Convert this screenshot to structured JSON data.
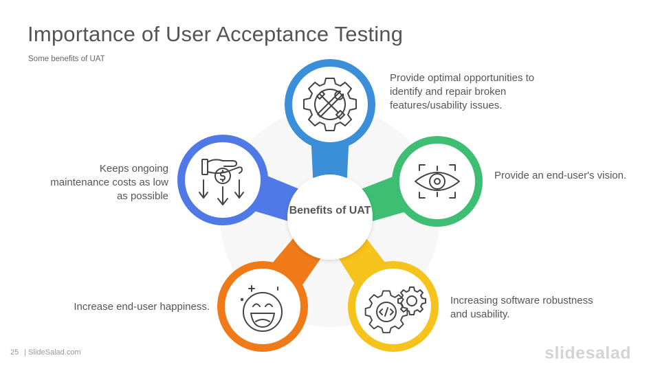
{
  "slide": {
    "title": "Importance of User Acceptance Testing",
    "subtitle": "Some benefits of UAT",
    "center_label": "Benefits of UAT",
    "page_number": "25",
    "footer_site": "| SlideSalad.com",
    "brand": "slidesalad"
  },
  "benefits": [
    {
      "text": "Provide optimal opportunities to identify and repair broken features/usability issues.",
      "icon": "gear-tools-icon",
      "color": "#3b8ed8"
    },
    {
      "text": "Provide an end-user's vision.",
      "icon": "eye-target-icon",
      "color": "#3ebe72"
    },
    {
      "text": "Increasing software robustness and usability.",
      "icon": "code-gears-icon",
      "color": "#f6c31c"
    },
    {
      "text": "Increase end-user happiness.",
      "icon": "smiley-face-icon",
      "color": "#f07a18"
    },
    {
      "text": "Keeps ongoing maintenance costs as low as possible",
      "icon": "cost-reduction-icon",
      "color": "#4f79e6"
    }
  ],
  "colors": {
    "title": "#555555",
    "text": "#555555",
    "hub_background": "#f7f7f7"
  }
}
